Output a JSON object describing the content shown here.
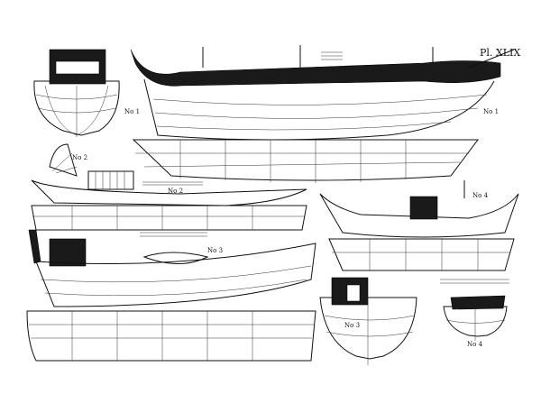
{
  "plate": {
    "title": "Pl. XLIX",
    "labels": {
      "no1_stern": "No 1",
      "no1_side": "No 1",
      "no2_stern": "No 2",
      "no2_side": "No 2",
      "no3_side": "No 3",
      "no3_stern": "No 3",
      "no4_side": "No 4",
      "no4_stern": "No 4"
    },
    "colors": {
      "ink": "#111111",
      "paper": "#ffffff"
    }
  }
}
